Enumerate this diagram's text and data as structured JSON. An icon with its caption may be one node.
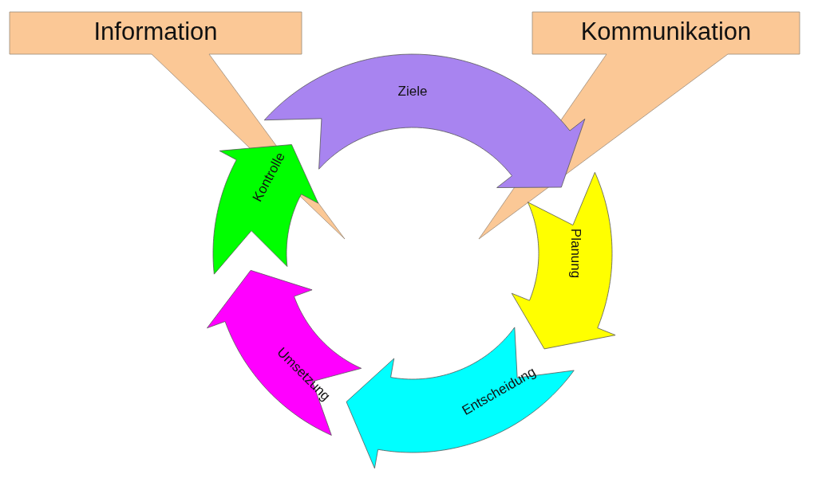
{
  "diagram": {
    "nodes": [
      {
        "text": [
          "Information"
        ]
      },
      {
        "text": [
          "Kommunikation"
        ]
      },
      {
        "text": [
          "Ziele"
        ]
      },
      {
        "text": [
          "Planung"
        ]
      },
      {
        "text": [
          "Entscheidung"
        ]
      },
      {
        "text": [
          "Umsetzung"
        ]
      },
      {
        "text": [
          "Kontrolle"
        ]
      }
    ]
  }
}
